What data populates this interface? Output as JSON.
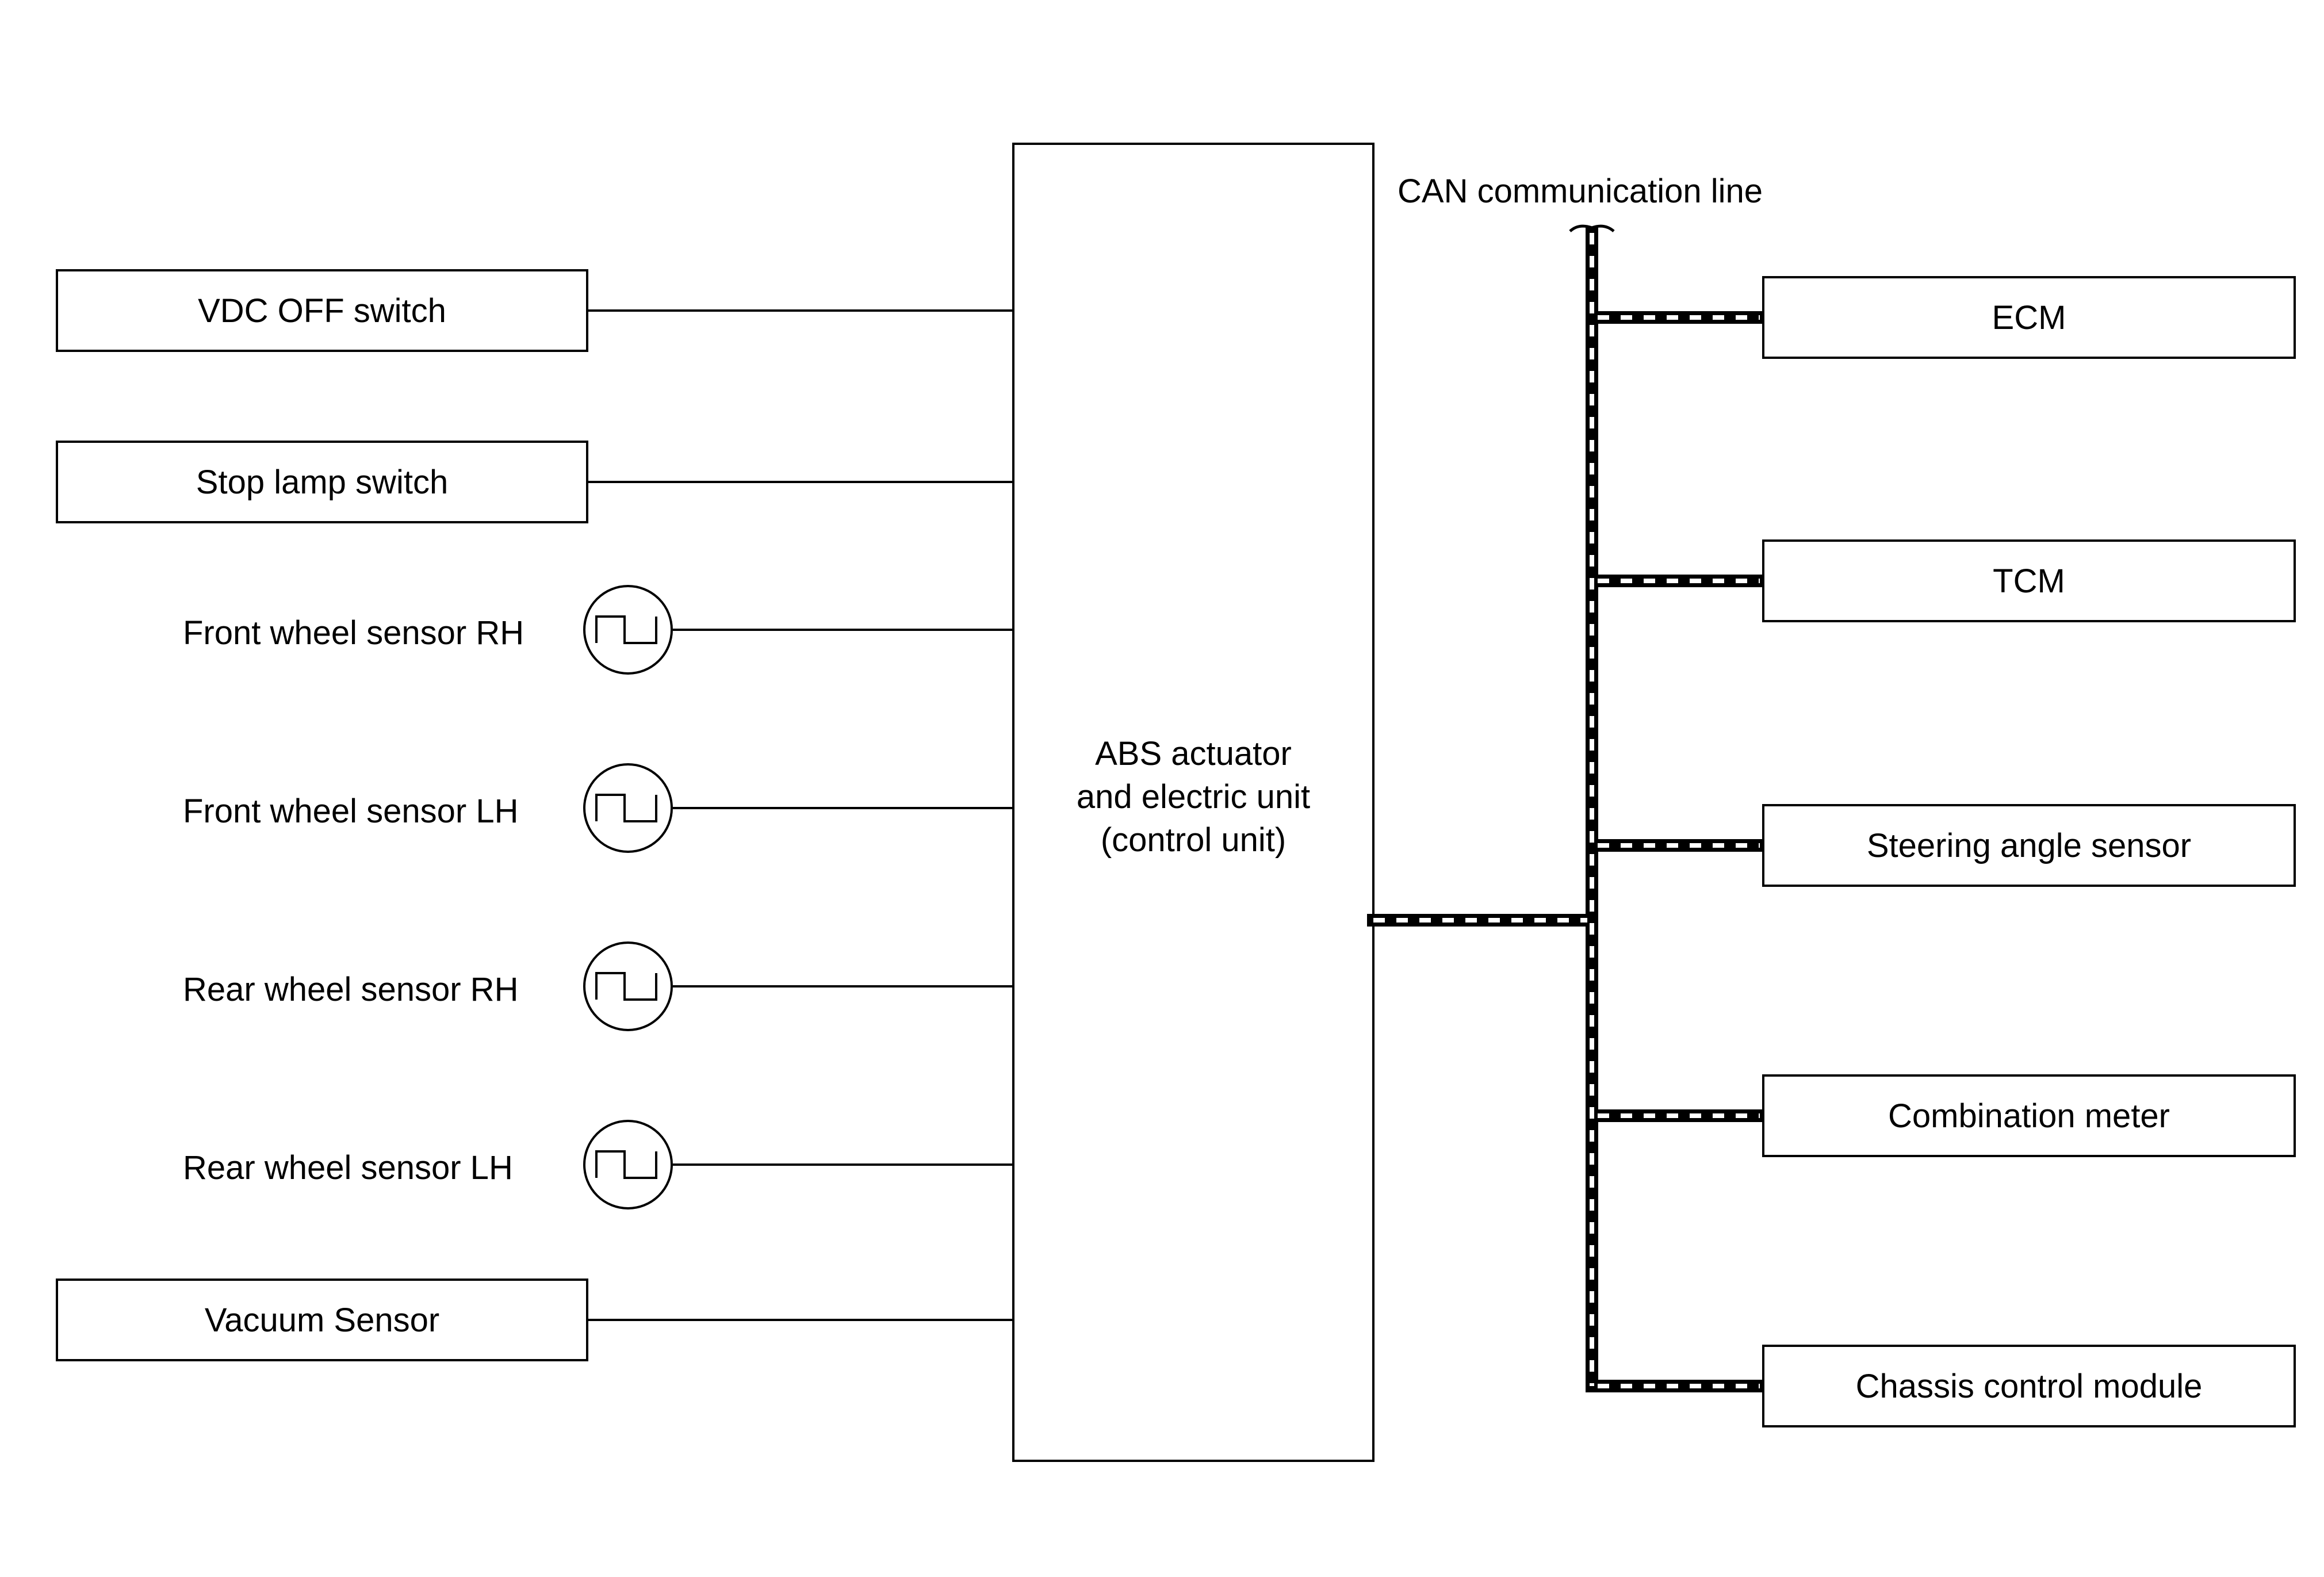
{
  "inputs": {
    "vdc_off_switch": "VDC OFF switch",
    "stop_lamp_switch": "Stop lamp switch",
    "front_wheel_sensor_rh": "Front wheel sensor RH",
    "front_wheel_sensor_lh": "Front wheel sensor LH",
    "rear_wheel_sensor_rh": "Rear wheel sensor RH",
    "rear_wheel_sensor_lh": "Rear wheel sensor LH",
    "vacuum_sensor": "Vacuum Sensor"
  },
  "control_unit": {
    "line1": "ABS actuator",
    "line2": "and electric unit",
    "line3": "(control unit)"
  },
  "bus": {
    "label": "CAN communication line"
  },
  "nodes": {
    "ecm": "ECM",
    "tcm": "TCM",
    "steering_angle_sensor": "Steering angle sensor",
    "combination_meter": "Combination meter",
    "chassis_control_module": "Chassis control module"
  }
}
